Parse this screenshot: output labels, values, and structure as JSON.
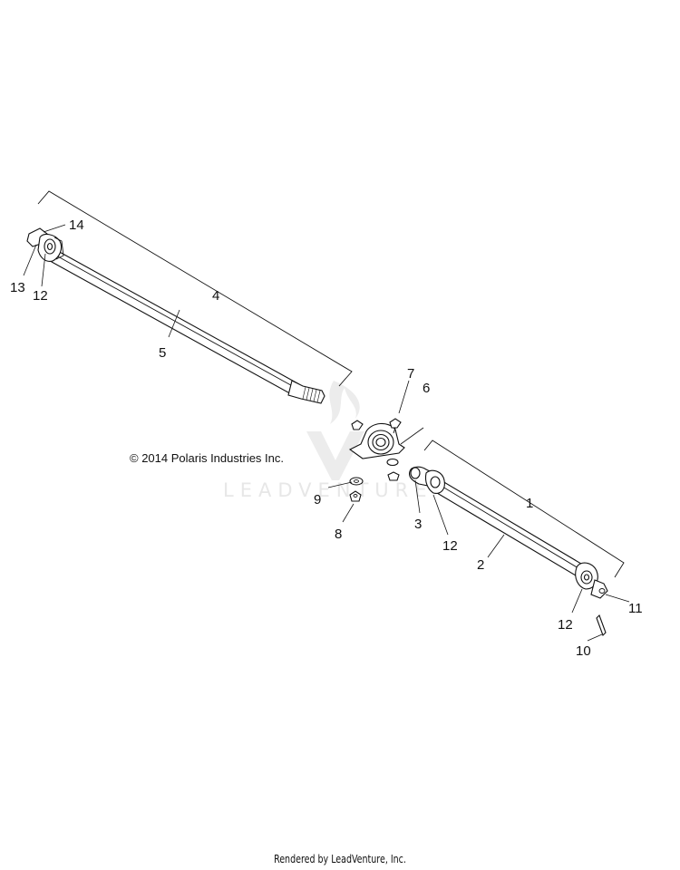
{
  "diagram": {
    "copyright": "© 2014 Polaris Industries Inc.",
    "watermark": "LEADVENTURE",
    "footer": "Rendered by LeadVenture, Inc.",
    "callouts": [
      {
        "id": "1",
        "label": "1"
      },
      {
        "id": "2",
        "label": "2"
      },
      {
        "id": "3",
        "label": "3"
      },
      {
        "id": "4",
        "label": "4"
      },
      {
        "id": "5",
        "label": "5"
      },
      {
        "id": "6",
        "label": "6"
      },
      {
        "id": "7",
        "label": "7"
      },
      {
        "id": "8",
        "label": "8"
      },
      {
        "id": "9",
        "label": "9"
      },
      {
        "id": "10",
        "label": "10"
      },
      {
        "id": "11",
        "label": "11"
      },
      {
        "id": "12a",
        "label": "12"
      },
      {
        "id": "12b",
        "label": "12"
      },
      {
        "id": "12c",
        "label": "12"
      },
      {
        "id": "13",
        "label": "13"
      },
      {
        "id": "14",
        "label": "14"
      }
    ]
  }
}
